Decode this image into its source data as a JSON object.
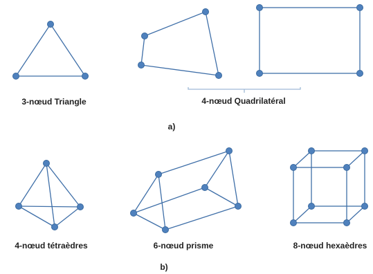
{
  "section_a": {
    "marker": "a)",
    "triangle_label": "3-nœud Triangle",
    "quad_label": "4-nœud Quadrilatéral"
  },
  "section_b": {
    "marker": "b)",
    "tetra_label": "4-nœud tétraèdres",
    "prism_label": "6-nœud prisme",
    "hexa_label": "8-nœud hexaèdres"
  },
  "colors": {
    "edge": "#3f6fa8",
    "node": "#4f81bd",
    "brace": "#9fb9d6"
  }
}
